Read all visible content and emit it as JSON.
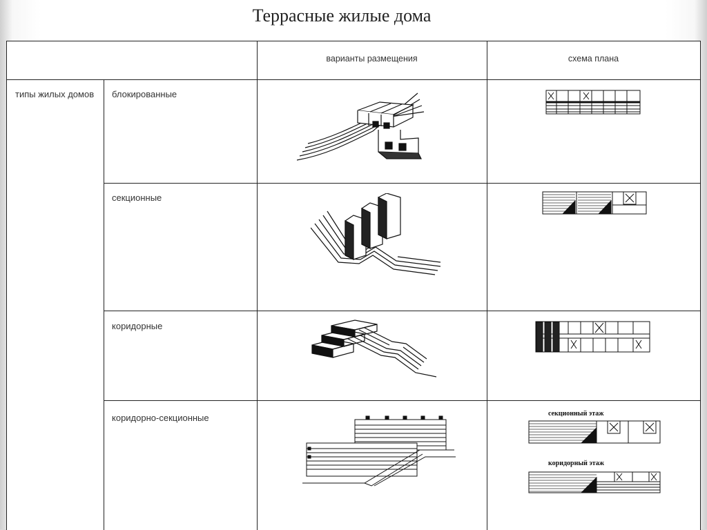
{
  "slide": {
    "title": "Террасные жилые дома"
  },
  "table": {
    "headers": {
      "placement": "варианты размещения",
      "plan": "схема плана"
    },
    "group_label": "типы жилых домов",
    "rows": [
      {
        "type": "блокированные"
      },
      {
        "type": "секционные"
      },
      {
        "type": "коридорные"
      },
      {
        "type": "коридорно-секционные"
      }
    ],
    "plan_labels": {
      "section_floor": "секционный этаж",
      "corridor_floor": "коридорный этаж"
    }
  }
}
